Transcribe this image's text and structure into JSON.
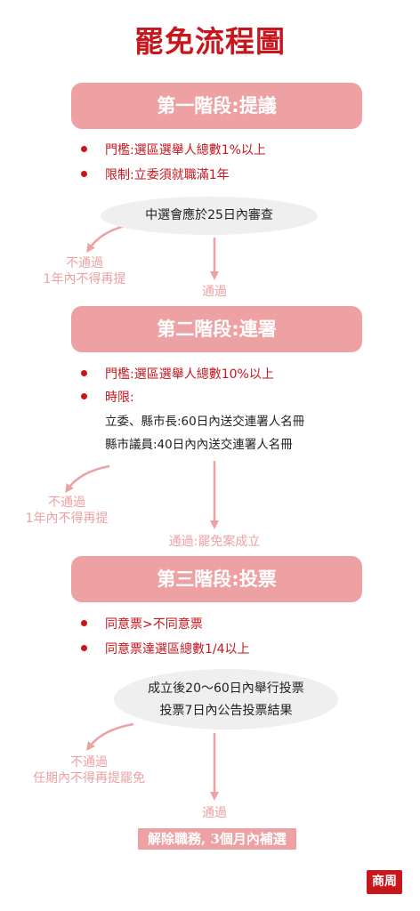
{
  "title": "罷免流程圖",
  "stage1": {
    "label": "第一階段:提議",
    "bullets": [
      "門檻:選區選舉人總數1%以上",
      "限制:立委須就職滿1年"
    ],
    "review": "中選會應於25日內審查",
    "fail": [
      "不通過",
      "1年內不得再提"
    ],
    "pass": "通過"
  },
  "stage2": {
    "label": "第二階段:連署",
    "bullets": [
      "門檻:選區選舉人總數10%以上",
      "時限:"
    ],
    "details": [
      "立委、縣市長:60日內送交連署人名冊",
      "縣市議員:40日內內送交連署人名冊"
    ],
    "fail": [
      "不通過",
      "1年內不得再提"
    ],
    "pass": "通過:罷免案成立"
  },
  "stage3": {
    "label": "第三階段:投票",
    "bullets": [
      "同意票>不同意票",
      "同意票達選區總數1/4以上"
    ],
    "vote_info": [
      "成立後20～60日內舉行投票",
      "投票7日內公告投票結果"
    ],
    "fail": [
      "不通過",
      "任期內不得再提罷免"
    ],
    "pass": "通過"
  },
  "result": "解除職務, 3個月內補選",
  "logo": "商周",
  "colors": {
    "red": "#c8161d",
    "pink": "#eda1a3",
    "gray": "#efefef"
  }
}
